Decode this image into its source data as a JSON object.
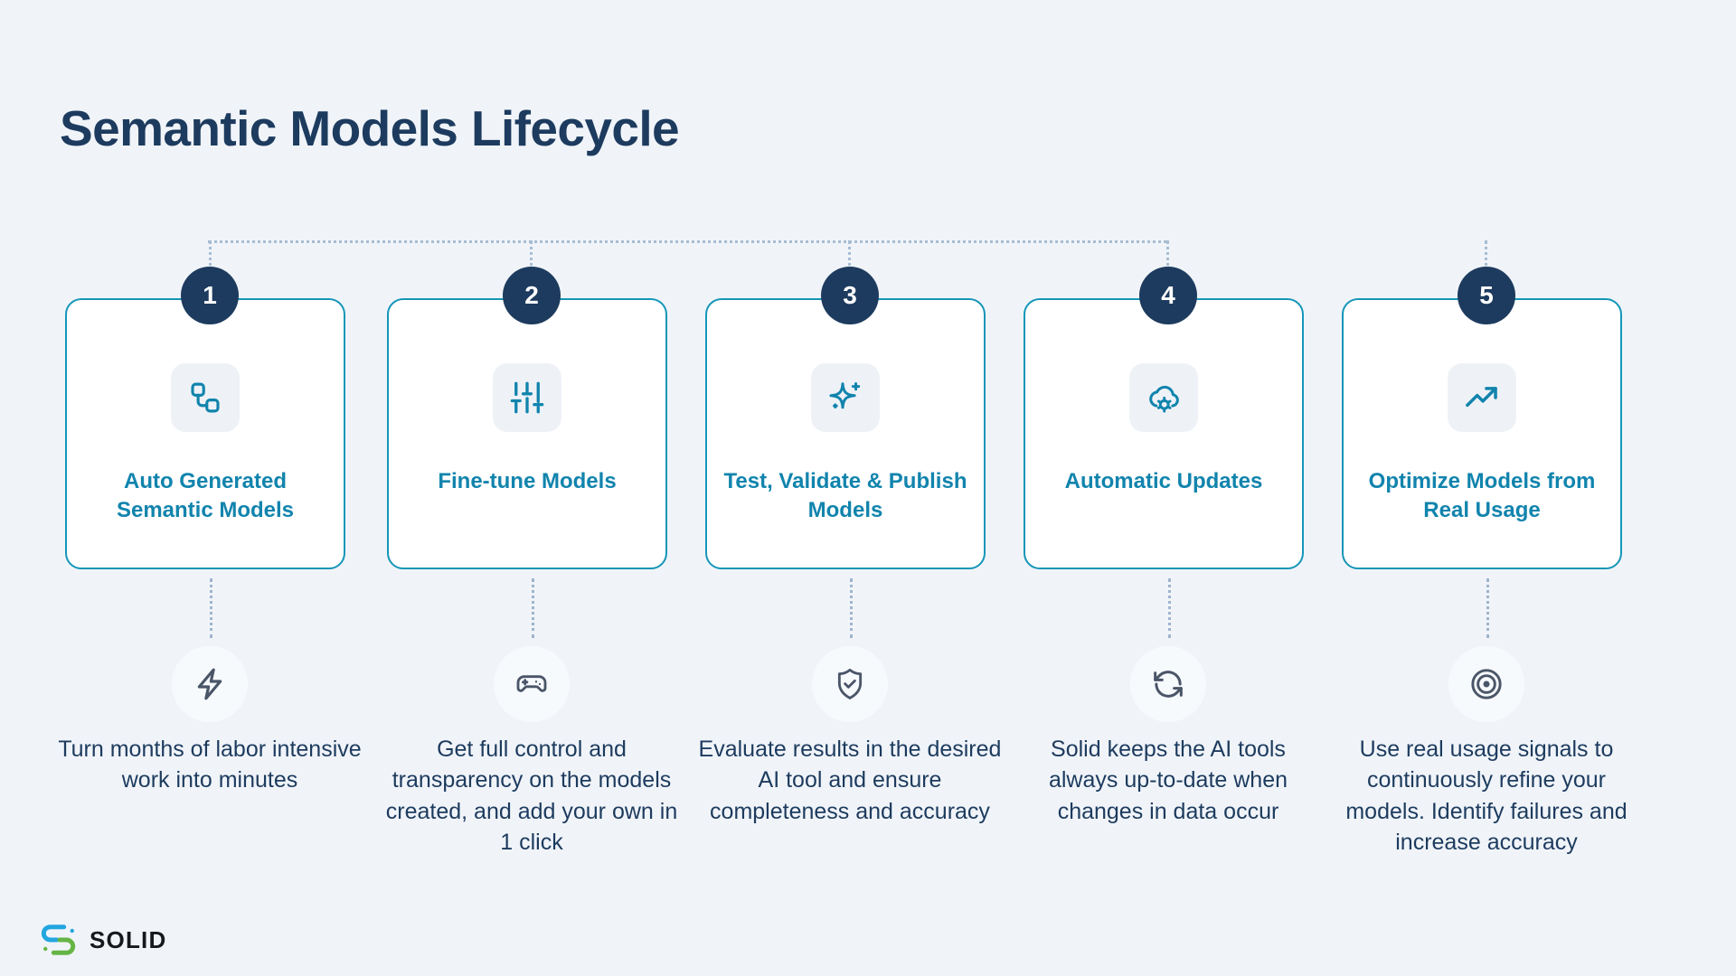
{
  "header": {
    "title": "Semantic Models Lifecycle"
  },
  "colors": {
    "background": "#f0f4f9",
    "title": "#1d3b5e",
    "card_border": "#1596b8",
    "card_title": "#1184ad",
    "badge_bg": "#1d3b5e",
    "badge_text": "#ffffff",
    "icon_tile_bg": "#eef2f7",
    "bottom_icon": "#4a5568",
    "connector": "#a8bdd2",
    "logo_blue": "#23a6e0",
    "logo_green": "#66b544"
  },
  "steps": [
    {
      "number": "1",
      "title": "Auto Generated Semantic Models",
      "card_icon": "workflow-nodes-icon",
      "bottom_icon": "lightning-bolt-icon",
      "description": "Turn months of labor intensive work into minutes"
    },
    {
      "number": "2",
      "title": "Fine-tune Models",
      "card_icon": "sliders-icon",
      "bottom_icon": "gamepad-icon",
      "description": "Get full control and transparency on the models created, and add your own in 1 click"
    },
    {
      "number": "3",
      "title": "Test, Validate & Publish Models",
      "card_icon": "sparkles-icon",
      "bottom_icon": "shield-check-icon",
      "description": "Evaluate results in the desired AI tool and ensure completeness and accuracy"
    },
    {
      "number": "4",
      "title": "Automatic Updates",
      "card_icon": "cloud-gear-icon",
      "bottom_icon": "refresh-sync-icon",
      "description": "Solid keeps the AI tools always up-to-date when changes in data occur"
    },
    {
      "number": "5",
      "title": "Optimize Models from Real Usage",
      "card_icon": "trending-up-icon",
      "bottom_icon": "target-bullseye-icon",
      "description": "Use real usage signals to continuously refine your models. Identify failures and increase accuracy"
    }
  ],
  "footer": {
    "logo_text": "SOLID"
  }
}
